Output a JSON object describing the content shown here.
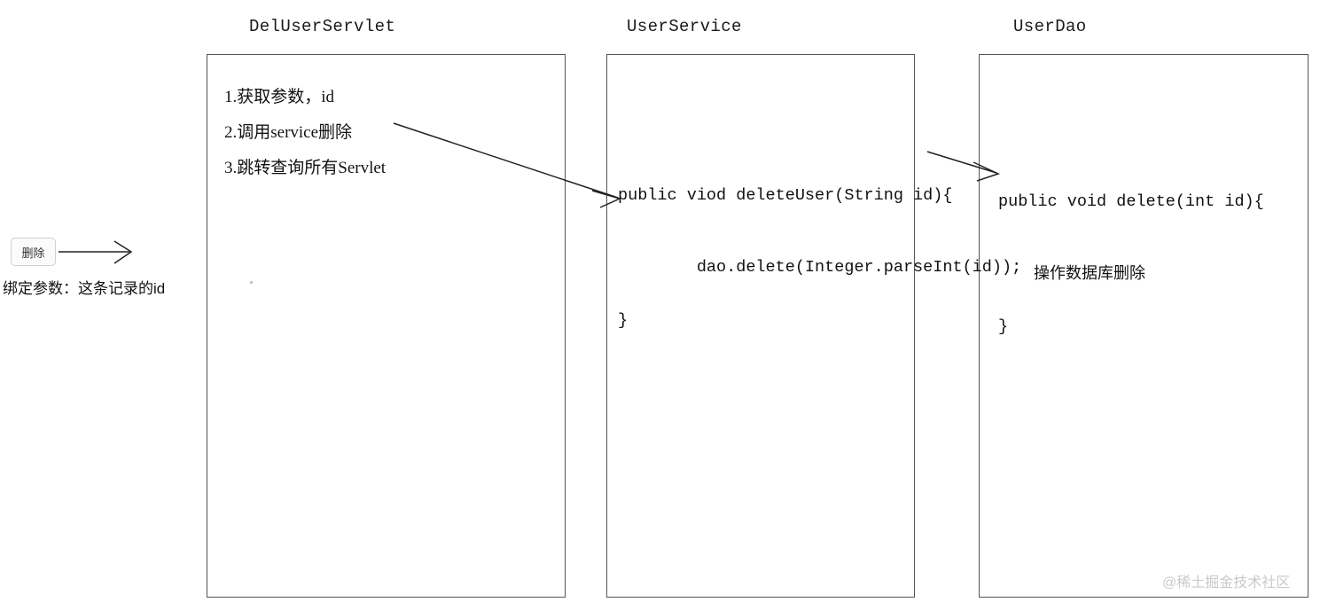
{
  "diagram": {
    "title_hidden": "",
    "columns": [
      {
        "id": "servlet",
        "title": "DelUserServlet"
      },
      {
        "id": "service",
        "title": "UserService"
      },
      {
        "id": "dao",
        "title": "UserDao"
      }
    ],
    "servlet_box": {
      "steps": [
        "1.获取参数，id",
        "2.调用service删除",
        "3.跳转查询所有Servlet"
      ]
    },
    "service_box": {
      "code": [
        "public viod deleteUser(String id){",
        "        dao.delete(Integer.parseInt(id));",
        "}"
      ]
    },
    "dao_box": {
      "code": [
        "public void delete(int id){",
        "        操作数据库删除",
        "}"
      ]
    },
    "ui": {
      "delete_button_label": "删除",
      "bind_param_label": "绑定参数：这条记录的id"
    },
    "arrows": [
      {
        "id": "servlet-to-service",
        "from": "2.调用service删除",
        "to": "public viod deleteUser(String id){"
      },
      {
        "id": "service-to-dao",
        "from": "dao.delete(Integer.parseInt(id));",
        "to": "public void delete(int id){"
      },
      {
        "id": "button-to-servlet",
        "from": "删除",
        "to": "DelUserServlet"
      }
    ],
    "watermark": "@稀土掘金技术社区",
    "colors": {
      "box_border": "#555555",
      "line": "#222222",
      "text": "#111111",
      "watermark": "#c9c9c9",
      "button_border": "#d0d0d0",
      "button_background": "#fbfbfb"
    }
  }
}
